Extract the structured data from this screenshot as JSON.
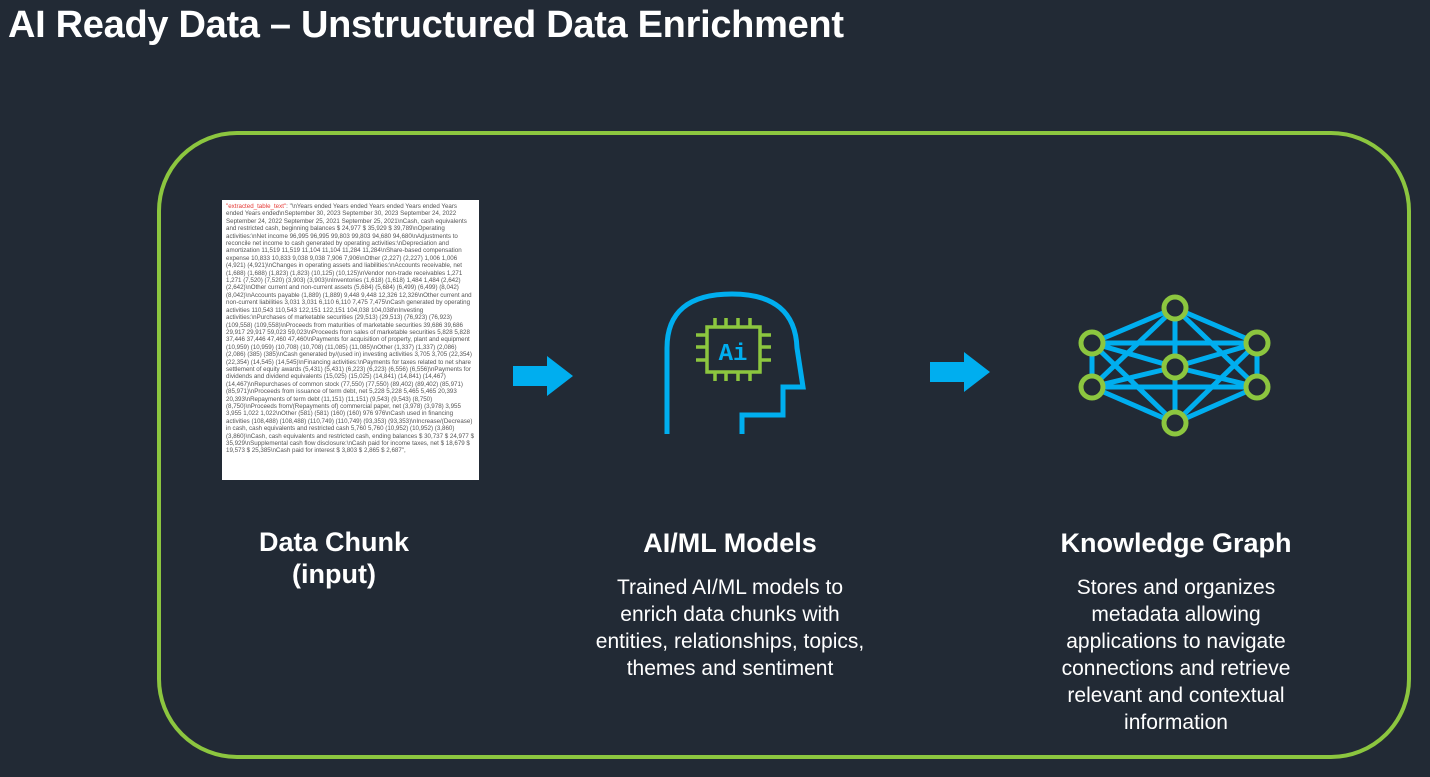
{
  "title": "AI Ready Data – Unstructured Data Enrichment",
  "colors": {
    "background": "#222a35",
    "frame": "#8cc63f",
    "accent_blue": "#00aeef",
    "accent_green": "#8cc63f"
  },
  "document": {
    "key": "\"extracted_table_text\"",
    "text": ": \"\\nYears ended Years ended Years ended Years ended Years ended Years ended\\nSeptember 30, 2023 September 30, 2023 September 24, 2022 September 24, 2022 September 25, 2021 September 25, 2021\\nCash, cash equivalents and restricted cash, beginning balances $ 24,977 $ 35,929 $ 39,789\\nOperating activities:\\nNet income 96,995 96,995 99,803 99,803 94,680 94,680\\nAdjustments to reconcile net income to cash generated by operating activities:\\nDepreciation and amortization 11,519 11,519 11,104 11,104 11,284 11,284\\nShare-based compensation expense 10,833 10,833 9,038 9,038 7,906 7,906\\nOther (2,227) (2,227) 1,006 1,006 (4,921) (4,921)\\nChanges in operating assets and liabilities:\\nAccounts receivable, net (1,688) (1,688) (1,823) (1,823) (10,125) (10,125)\\nVendor non-trade receivables 1,271 1,271 (7,520) (7,520) (3,903) (3,903)\\nInventories (1,618) (1,618) 1,484 1,484 (2,642) (2,642)\\nOther current and non-current assets (5,684) (5,684) (6,499) (6,499) (8,042) (8,042)\\nAccounts payable (1,889) (1,889) 9,448 9,448 12,326 12,326\\nOther current and non-current liabilities 3,031 3,031 6,110 6,110 7,475 7,475\\nCash generated by operating activities 110,543 110,543 122,151 122,151 104,038 104,038\\nInvesting activities:\\nPurchases of marketable securities (29,513) (29,513) (76,923) (76,923) (109,558) (109,558)\\nProceeds from maturities of marketable securities 39,686 39,686 29,917 29,917 59,023 59,023\\nProceeds from sales of marketable securities 5,828 5,828 37,446 37,446 47,460 47,460\\nPayments for acquisition of property, plant and equipment (10,959) (10,959) (10,708) (10,708) (11,085) (11,085)\\nOther (1,337) (1,337) (2,086) (2,086) (385) (385)\\nCash generated by/(used in) investing activities 3,705 3,705 (22,354) (22,354) (14,545) (14,545)\\nFinancing activities:\\nPayments for taxes related to net share settlement of equity awards (5,431) (5,431) (6,223) (6,223) (6,556) (6,556)\\nPayments for dividends and dividend equivalents (15,025) (15,025) (14,841) (14,841) (14,467) (14,467)\\nRepurchases of common stock (77,550) (77,550) (89,402) (89,402) (85,971) (85,971)\\nProceeds from issuance of term debt, net 5,228 5,228 5,465 5,465 20,393 20,393\\nRepayments of term debt (11,151) (11,151) (9,543) (9,543) (8,750) (8,750)\\nProceeds from/(Repayments of) commercial paper, net (3,978) (3,978) 3,955 3,955 1,022 1,022\\nOther (581) (581) (160) (160) 976 976\\nCash used in financing activities (108,488) (108,488) (110,749) (110,749) (93,353) (93,353)\\nIncrease/(Decrease) in cash, cash equivalents and restricted cash 5,760 5,760 (10,952) (10,952) (3,860) (3,860)\\nCash, cash equivalents and restricted cash, ending balances $ 30,737 $ 24,977 $ 35,929\\nSupplemental cash flow disclosure:\\nCash paid for income taxes, net $ 18,679 $ 19,573 $ 25,385\\nCash paid for interest $ 3,803 $ 2,865 $ 2,687\","
  },
  "steps": [
    {
      "heading_line1": "Data Chunk",
      "heading_line2": "(input)",
      "description": ""
    },
    {
      "heading_line1": "AI/ML Models",
      "heading_line2": "",
      "description": "Trained AI/ML models to enrich data chunks with entities, relationships, topics, themes and sentiment"
    },
    {
      "heading_line1": "Knowledge Graph",
      "heading_line2": "",
      "description": "Stores and organizes metadata allowing applications to navigate connections and retrieve relevant and contextual information"
    }
  ],
  "chip_label": "Ai"
}
